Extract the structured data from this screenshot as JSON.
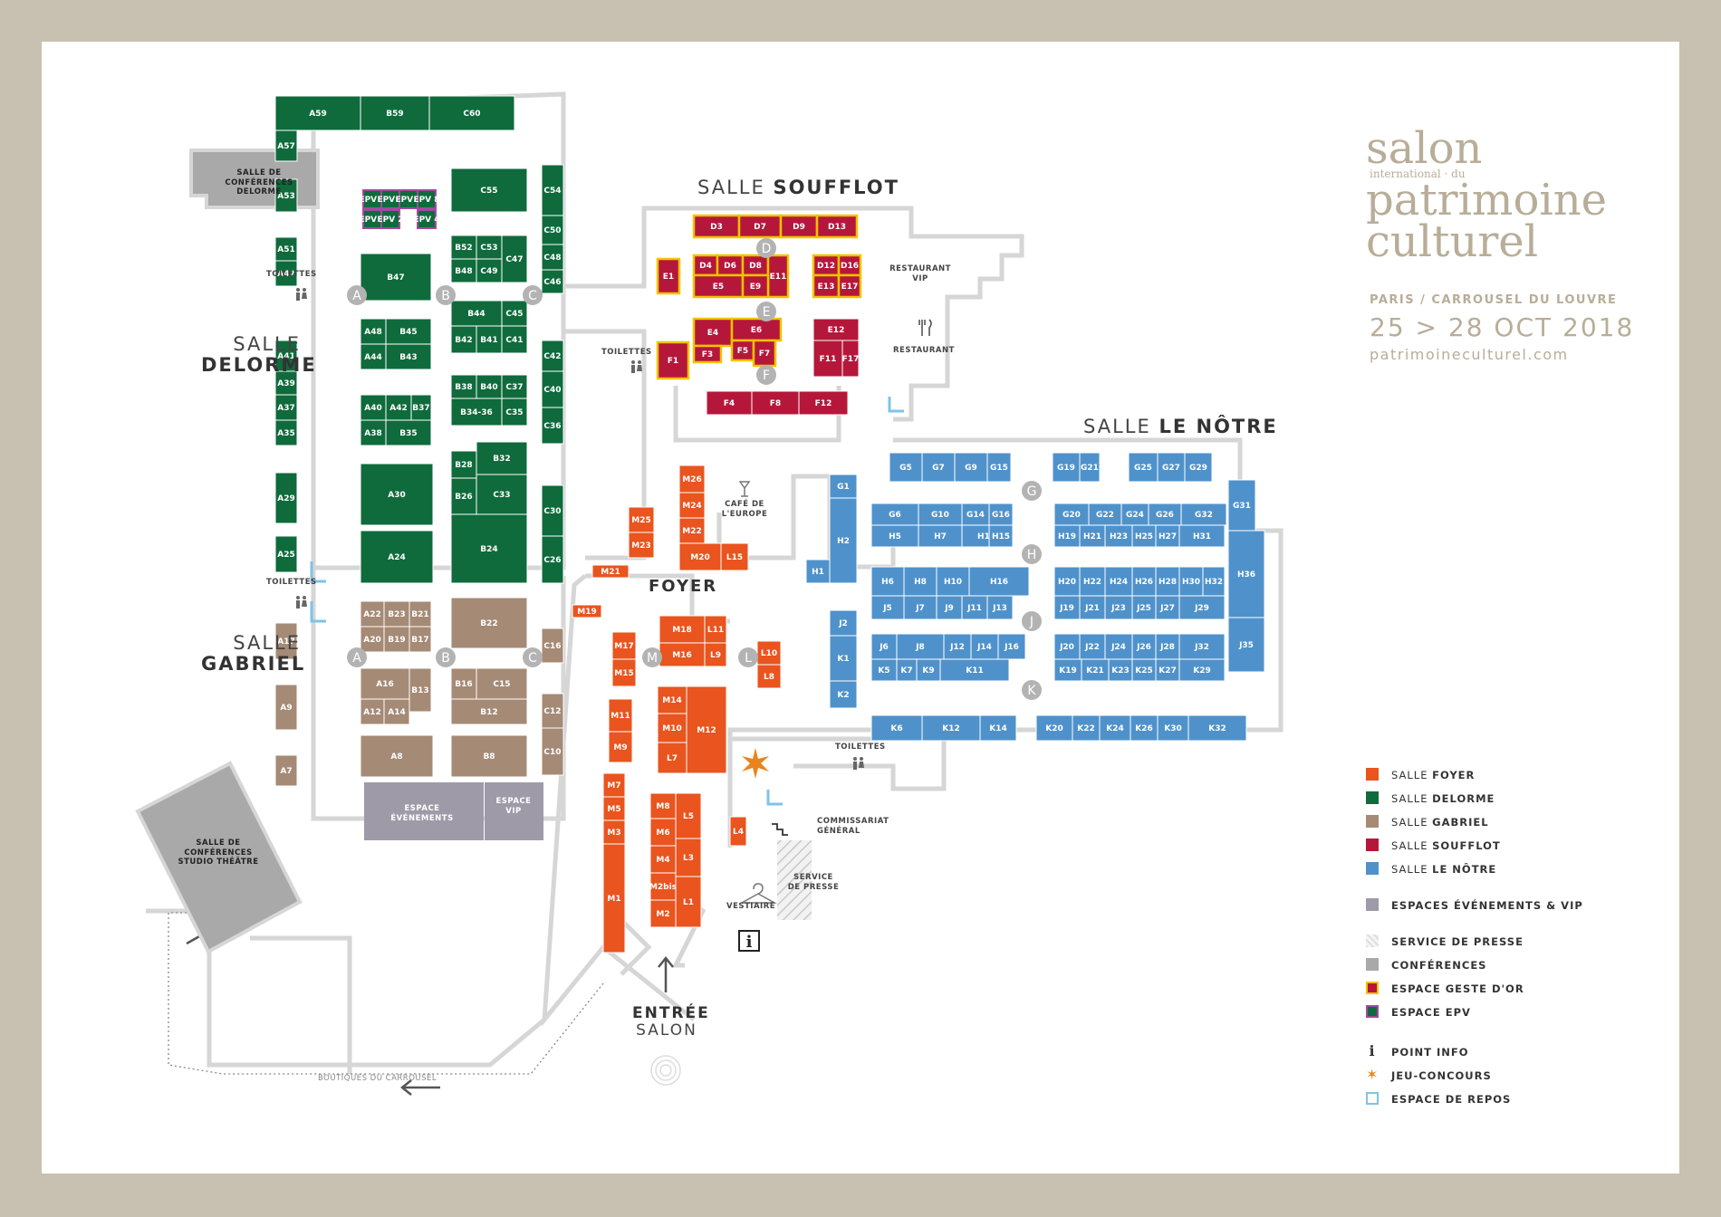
{
  "brand": {
    "word1": "salon",
    "word2": "international · du",
    "word3": "patrimoine",
    "word4": "culturel",
    "place": "PARIS / CARROUSEL DU LOUVRE",
    "dates": "25 > 28 OCT 2018",
    "url": "patrimoineculturel.com"
  },
  "colors": {
    "foyer": "#e9541f",
    "delorme": "#0f6b3c",
    "gabriel": "#a58a76",
    "soufflot": "#b5173b",
    "lenotre": "#4f92cb",
    "events": "#9e9aa8",
    "conferences": "#a9a9a9",
    "geste_or": "#f2c200",
    "epv": "#a34a9d",
    "wall": "#d6d6d6"
  },
  "halls": {
    "delorme": {
      "prefix": "SALLE",
      "name": "DELORME"
    },
    "gabriel": {
      "prefix": "SALLE",
      "name": "GABRIEL"
    },
    "soufflot": {
      "prefix": "SALLE",
      "name": "SOUFFLOT"
    },
    "lenotre": {
      "prefix": "SALLE",
      "name": "LE NÔTRE"
    },
    "foyer": {
      "name": "FOYER"
    }
  },
  "labels": {
    "conf_delorme": "SALLE DE CONFÉRENCES DELORME",
    "conf_studio": "SALLE DE CONFÉRENCES STUDIO THÉÂTRE",
    "toilettes": "TOILETTES",
    "restaurant_vip": "RESTAURANT VIP",
    "restaurant": "RESTAURANT",
    "cafe": "CAFÉ DE L'EUROPE",
    "espace_evenements": "ESPACE ÉVÉNEMENTS",
    "espace_vip": "ESPACE VIP",
    "commissariat": "COMMISSARIAT GÉNÉRAL",
    "service_presse": "SERVICE DE PRESSE",
    "vestiaire": "VESTIAIRE",
    "entree1": "ENTRÉE",
    "entree2": "SALON",
    "boutiques": "BOUTIQUES DU CARROUSEL"
  },
  "legend": [
    {
      "prefix": "SALLE",
      "name": "FOYER",
      "type": "foyer"
    },
    {
      "prefix": "SALLE",
      "name": "DELORME",
      "type": "delorme"
    },
    {
      "prefix": "SALLE",
      "name": "GABRIEL",
      "type": "gabriel"
    },
    {
      "prefix": "SALLE",
      "name": "SOUFFLOT",
      "type": "soufflot"
    },
    {
      "prefix": "SALLE",
      "name": "LE NÔTRE",
      "type": "lenotre"
    },
    {
      "prefix": "",
      "name": "ESPACES ÉVÉNEMENTS & VIP",
      "type": "events"
    },
    {
      "prefix": "",
      "name": "SERVICE DE PRESSE",
      "type": "presse"
    },
    {
      "prefix": "",
      "name": "CONFÉRENCES",
      "type": "conferences"
    },
    {
      "prefix": "",
      "name": "ESPACE GESTE D'OR",
      "type": "geste_or"
    },
    {
      "prefix": "",
      "name": "ESPACE EPV",
      "type": "epv"
    },
    {
      "prefix": "",
      "name": "POINT INFO",
      "type": "info"
    },
    {
      "prefix": "",
      "name": "JEU-CONCOURS",
      "type": "star"
    },
    {
      "prefix": "",
      "name": "ESPACE DE REPOS",
      "type": "repos"
    }
  ],
  "aisles": [
    "A",
    "B",
    "C",
    "A",
    "B",
    "C",
    "D",
    "E",
    "F",
    "G",
    "H",
    "J",
    "K",
    "M",
    "L"
  ],
  "booths": {
    "delorme": [
      "A59",
      "B59",
      "C60",
      "A57",
      "A53",
      "C55",
      "C54",
      "C50",
      "C48",
      "C46",
      "A51",
      "A47",
      "B47",
      "B52",
      "C53",
      "C47",
      "B48",
      "C49",
      "B44",
      "C45",
      "A48",
      "B45",
      "A44",
      "B43",
      "B42",
      "B41",
      "C41",
      "A41",
      "C42",
      "A39",
      "B38",
      "B40",
      "C37",
      "C40",
      "A37",
      "A40",
      "A42",
      "B37",
      "B34-36",
      "C35",
      "A35",
      "A38",
      "B35",
      "C36",
      "B32",
      "B28",
      "C33",
      "A30",
      "A29",
      "B26",
      "C30",
      "A24",
      "B24",
      "A25",
      "C26",
      "EPV 5",
      "EPV 6",
      "EPV 7",
      "EPV 8",
      "EPV 1",
      "EPV 2",
      "EPV 4"
    ],
    "gabriel": [
      "A22",
      "B23",
      "B21",
      "B22",
      "A20",
      "B19",
      "B17",
      "A17",
      "C16",
      "A16",
      "B13",
      "B16",
      "C15",
      "A12",
      "A14",
      "B12",
      "A9",
      "C12",
      "A8",
      "B8",
      "C10",
      "A7"
    ],
    "soufflot": [
      "D3",
      "D7",
      "D9",
      "D13",
      "E1",
      "D4",
      "D6",
      "D8",
      "E11",
      "D12",
      "D16",
      "E5",
      "E9",
      "E13",
      "E17",
      "E4",
      "E6",
      "E12",
      "F1",
      "F3",
      "F5",
      "F7",
      "F11",
      "F17",
      "F4",
      "F8",
      "F12"
    ],
    "foyer": [
      "M26",
      "M24",
      "M22",
      "M25",
      "M23",
      "M20",
      "L15",
      "M21",
      "M19",
      "M17",
      "M15",
      "M18",
      "L11",
      "M16",
      "L9",
      "L10",
      "L8",
      "M14",
      "M12",
      "M10",
      "L7",
      "M11",
      "M9",
      "M7",
      "M5",
      "M3",
      "M1",
      "M8",
      "M6",
      "M4",
      "M2bis",
      "M2",
      "L5",
      "L3",
      "L1",
      "L4"
    ],
    "lenotre": [
      "G5",
      "G7",
      "G9",
      "G15",
      "G19",
      "G21",
      "G25",
      "G27",
      "G29",
      "G31",
      "G6",
      "G10",
      "G14",
      "G16",
      "G20",
      "G22",
      "G24",
      "G26",
      "G32",
      "H5",
      "H7",
      "H11",
      "H15",
      "H19",
      "H21",
      "H23",
      "H25",
      "H27",
      "H31",
      "H1",
      "H2",
      "H36",
      "H6",
      "H8",
      "H10",
      "H16",
      "H20",
      "H22",
      "H24",
      "H26",
      "H28",
      "H30",
      "H32",
      "J5",
      "J7",
      "J9",
      "J11",
      "J13",
      "J19",
      "J21",
      "J23",
      "J25",
      "J27",
      "J29",
      "J2",
      "J6",
      "J8",
      "J12",
      "J14",
      "J16",
      "J20",
      "J22",
      "J24",
      "J26",
      "J28",
      "J32",
      "J35",
      "K5",
      "K7",
      "K9",
      "K11",
      "K19",
      "K21",
      "K23",
      "K25",
      "K27",
      "K29",
      "K1",
      "K2",
      "K6",
      "K12",
      "K14",
      "K20",
      "K22",
      "K24",
      "K26",
      "K30",
      "K32",
      "G1"
    ]
  }
}
